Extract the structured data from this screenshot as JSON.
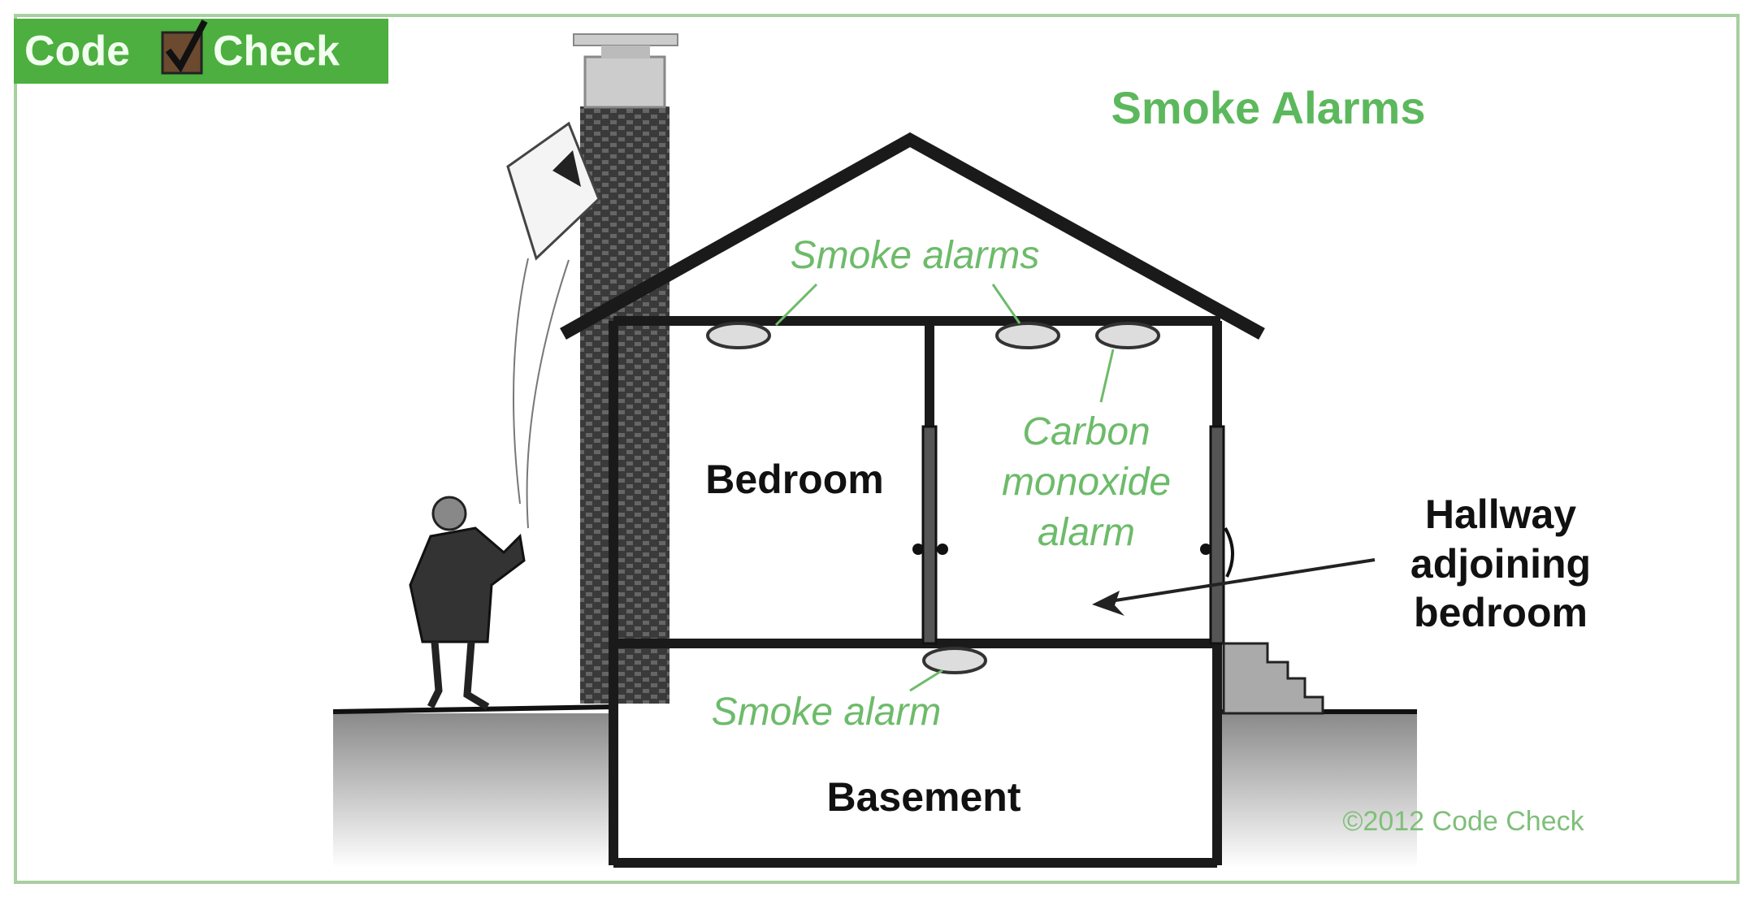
{
  "logo": {
    "text_left": "Code",
    "text_right": "Check"
  },
  "title": "Smoke Alarms",
  "labels": {
    "attic_smoke_alarms": "Smoke alarms",
    "bedroom": "Bedroom",
    "co_alarm": [
      "Carbon",
      "monoxide",
      "alarm"
    ],
    "hallway": [
      "Hallway",
      "adjoining",
      "bedroom"
    ],
    "basement_smoke_alarm": "Smoke alarm",
    "basement": "Basement"
  },
  "copyright": "©2012 Code Check",
  "colors": {
    "brand_green": "#4caf3f",
    "label_green": "#6dbb6a",
    "border": "#a8cfa0"
  }
}
